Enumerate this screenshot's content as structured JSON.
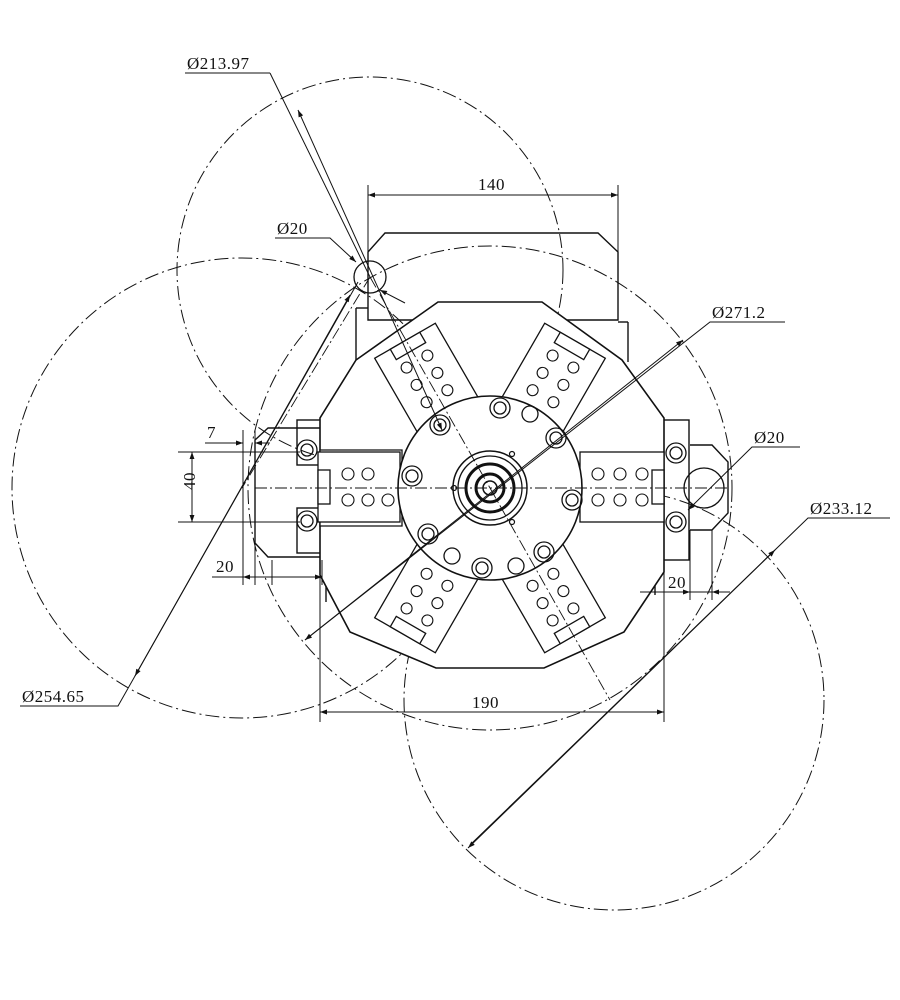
{
  "dimensions": {
    "d_213_97": "Ø213.97",
    "d_20_top": "Ø20",
    "w_140": "140",
    "d_271_2": "Ø271.2",
    "v_7": "7",
    "v_40": "40",
    "d_20_right": "Ø20",
    "d_233_12": "Ø233.12",
    "v_20_left": "20",
    "v_20_right": "20",
    "w_190": "190",
    "d_254_65": "Ø254.65"
  },
  "colors": {
    "line": "#111111",
    "background": "#ffffff"
  }
}
